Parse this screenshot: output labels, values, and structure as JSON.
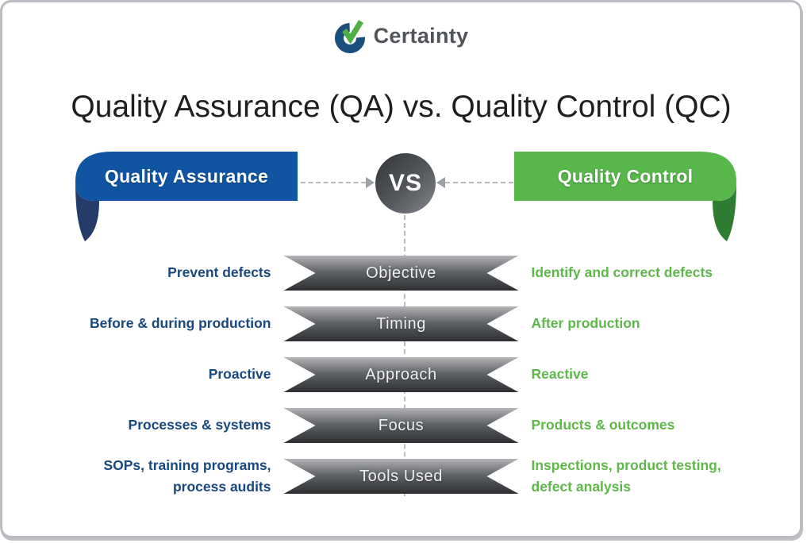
{
  "logo": {
    "name": "Certainty",
    "icon": "certainty-check-logo"
  },
  "title": "Quality Assurance (QA) vs. Quality Control (QC)",
  "header": {
    "qa_label": "Quality Assurance",
    "vs_label": "VS",
    "qc_label": "Quality Control"
  },
  "rows": [
    {
      "category": "Objective",
      "qa": "Prevent defects",
      "qc": "Identify and correct defects"
    },
    {
      "category": "Timing",
      "qa": "Before & during production",
      "qc": "After production"
    },
    {
      "category": "Approach",
      "qa": "Proactive",
      "qc": "Reactive"
    },
    {
      "category": "Focus",
      "qa": "Processes & systems",
      "qc": "Products & outcomes"
    },
    {
      "category": "Tools Used",
      "qa": "SOPs, training programs, process audits",
      "qc": "Inspections, product testing, defect analysis"
    }
  ],
  "colors": {
    "qa_blue": "#0f55a2",
    "qa_fold": "#253c6b",
    "qc_green": "#57b74b",
    "qc_fold": "#2f7d33",
    "qa_text": "#17497f",
    "qc_text": "#5cb848",
    "banner_top": "#b2b3b5",
    "banner_bottom": "#2d2f31",
    "vs_dark": "#323438",
    "vs_light": "#85878c",
    "dash": "#b9b9b9",
    "title": "#1f1f1f",
    "logo_text": "#515559",
    "logo_blue": "#1c4e7d",
    "logo_green": "#4db043",
    "border": "#b9bcc0"
  }
}
